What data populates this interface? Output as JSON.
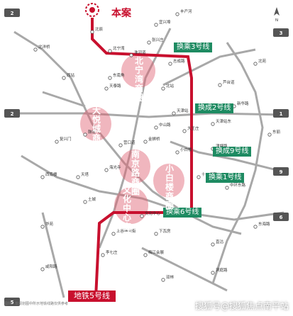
{
  "project_label": "本案",
  "metro_line_label": "地铁5号线",
  "transfers": [
    "换乘3号线",
    "换成2号线",
    "换成9号线",
    "换乘1号线",
    "换乘6号线"
  ],
  "commercial_zones": [
    "北宁湾商圈",
    "大悦城商圈",
    "南京路商圈",
    "小白楼商圈",
    "文化中心商圈"
  ],
  "watermark": "搜狐号@搜狐焦点南平站",
  "map_note": "图例：本规划图中所示地铁线路仅供参考",
  "colors": {
    "line5": "#c8102e",
    "transfer_chip": "#1e8b62",
    "zone_glow": "#e06070",
    "other_lines": "#9a9a9a"
  },
  "stations": [
    "北辰",
    "北宁湾",
    "丰产河",
    "宜兴埠",
    "张兴庄",
    "淮河道",
    "志成路",
    "北站",
    "天泰路",
    "中山路",
    "金狮桥",
    "小白楼",
    "文化中心",
    "西站",
    "天津站",
    "营口道",
    "下瓦房",
    "上谷商业街",
    "梅江会展",
    "李七庄",
    "津塘路",
    "东南角",
    "鼓楼",
    "海光寺",
    "芦台道",
    "华苑",
    "中环东路",
    "直沽",
    "大王庄",
    "十一经路",
    "天塔",
    "土城",
    "复兴门",
    "西南楼",
    "北洋桥",
    "东丽",
    "双林",
    "天津站东",
    "新华路",
    "北苑",
    "东海路",
    "洞庭路",
    "咸阳路"
  ],
  "line_numbers": [
    "2",
    "2",
    "1",
    "3",
    "5",
    "6",
    "9"
  ]
}
